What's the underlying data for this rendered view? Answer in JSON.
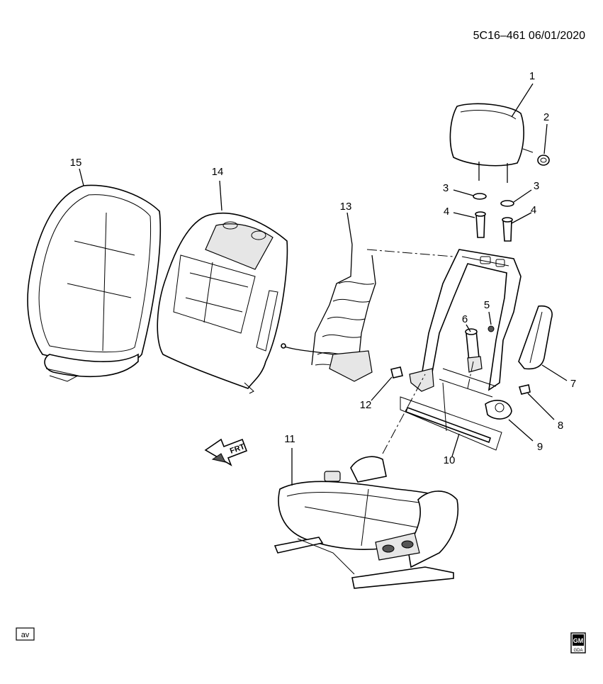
{
  "header": {
    "code": "5C16–461 06/01/2020"
  },
  "callouts": [
    "1",
    "2",
    "3",
    "3",
    "4",
    "4",
    "5",
    "6",
    "7",
    "8",
    "9",
    "10",
    "11",
    "12",
    "13",
    "14",
    "15"
  ],
  "frt_label": "FRT",
  "footer": {
    "badge": "av",
    "logo_top": "GM",
    "logo_bottom": "GDA"
  }
}
